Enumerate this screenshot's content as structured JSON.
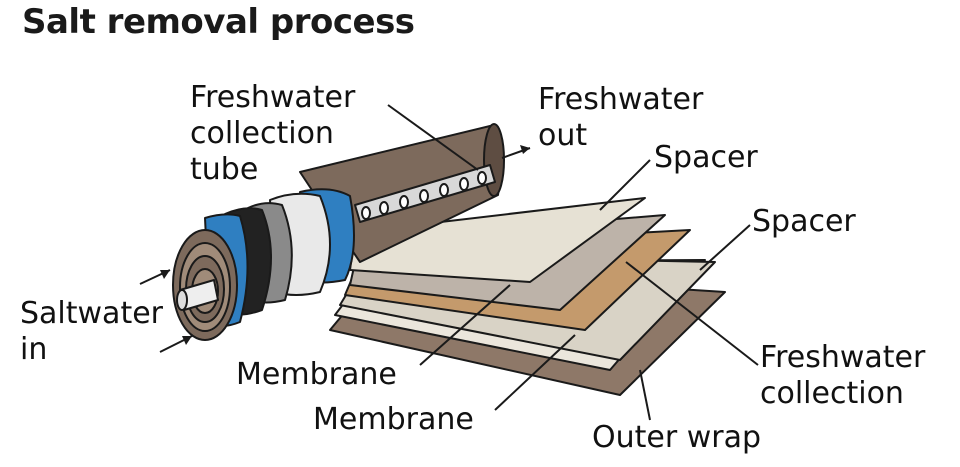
{
  "title": "Salt removal process",
  "labels": {
    "freshwater_collection_tube": [
      "Freshwater",
      "collection",
      "tube"
    ],
    "freshwater_out": [
      "Freshwater",
      "out"
    ],
    "spacer_top": "Spacer",
    "spacer_right": "Spacer",
    "saltwater_in": [
      "Saltwater",
      "in"
    ],
    "membrane_upper": "Membrane",
    "membrane_lower": "Membrane",
    "freshwater_collection": [
      "Freshwater",
      "collection"
    ],
    "outer_wrap": "Outer wrap"
  },
  "colors": {
    "outline": "#1a1a1a",
    "roll_brown": "#7d6a5c",
    "roll_brown_dark": "#5e4d42",
    "blue_band": "#2f7fc1",
    "white_band": "#e9e9e9",
    "gray_band": "#8a8a8a",
    "black_band": "#222222",
    "spacer_sheet": "#e8e2d6",
    "membrane_sheet": "#bdb3a9",
    "collection_sheet": "#c49a6c",
    "outer_wrap_sheet": "#8e7868"
  }
}
